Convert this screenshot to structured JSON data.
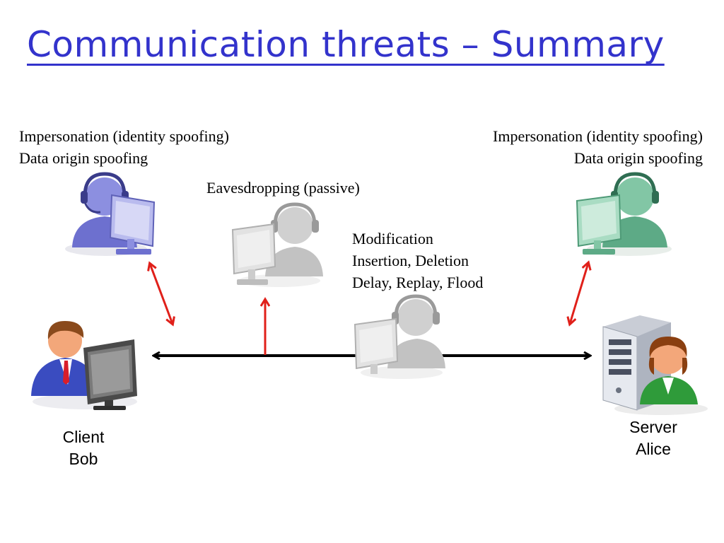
{
  "title": "Communication threats – Summary",
  "attacker_left": {
    "line1": "Impersonation (identity spoofing)",
    "line2": "Data origin spoofing",
    "color": "#7b7fd8"
  },
  "attacker_right": {
    "line1": "Impersonation (identity spoofing)",
    "line2": "Data origin spoofing",
    "color": "#6fbf9a"
  },
  "eavesdropper": {
    "label": "Eavesdropping (passive)",
    "color": "#c8c8c8"
  },
  "modifier": {
    "line1": "Modification",
    "line2": "Insertion, Deletion",
    "line3": "Delay, Replay, Flood",
    "color": "#c8c8c8"
  },
  "client": {
    "line1": "Client",
    "line2": "Bob"
  },
  "server": {
    "line1": "Server",
    "line2": "Alice"
  },
  "colors": {
    "title": "#3333cc",
    "threat_arrow": "#e0201a",
    "channel": "#000000"
  },
  "icons": [
    "headset-attacker-icon",
    "computer-user-icon",
    "server-tower-icon"
  ]
}
